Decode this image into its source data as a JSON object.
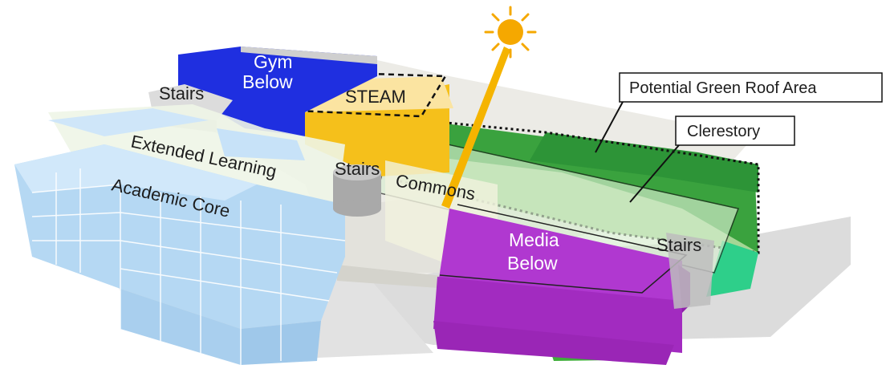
{
  "diagram": {
    "labels": {
      "gym": [
        "Gym",
        "Below"
      ],
      "steam": "STEAM",
      "stairs_top": "Stairs",
      "extended_learning": "Extended Learning",
      "academic_core": "Academic Core",
      "stairs_mid": "Stairs",
      "commons": "Commons",
      "media": [
        "Media",
        "Below"
      ],
      "stairs_right": "Stairs"
    },
    "callouts": {
      "green_roof": "Potential Green Roof Area",
      "clerestory": "Clerestory"
    },
    "icons": [
      "sun-icon"
    ],
    "colors": {
      "gym": "#1f2fe0",
      "steam": "#f6c21b",
      "green_roof": "#2e9e3a",
      "clerestory": "#c9e6b8",
      "media": "#a52ac4",
      "academic": "#b5d8f3",
      "sun": "#f5a800"
    }
  }
}
